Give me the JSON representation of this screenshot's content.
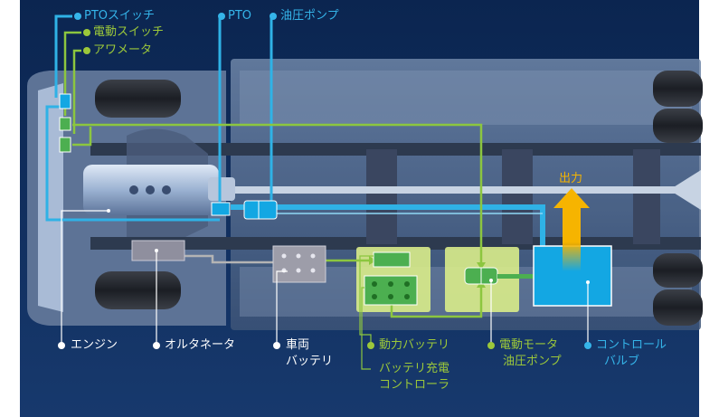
{
  "colors": {
    "background_top": "#0d2a55",
    "background_bottom": "#16386b",
    "blue_line": "#2fb2e6",
    "green_line": "#8cc63f",
    "green_box": "#4caf50",
    "green_panel": "#d9ec8a",
    "control_valve_fill": "#13a7e3",
    "output_arrow": "#f6b400",
    "gray_wire": "#b4b4b4",
    "label_white": "#ffffff"
  },
  "labels": {
    "pto_switch": "PTOスイッチ",
    "electric_switch": "電動スイッチ",
    "ammeter": "アワメータ",
    "pto": "PTO",
    "hydraulic_pump": "油圧ポンプ",
    "output": "出力",
    "engine": "エンジン",
    "alternator": "オルタネータ",
    "vehicle_battery_line1": "車両",
    "vehicle_battery_line2": "バッテリ",
    "power_battery": "動力バッテリ",
    "battery_charge_controller_line1": "バッテリ充電",
    "battery_charge_controller_line2": "コントローラ",
    "electric_motor_pump_line1": "電動モータ",
    "electric_motor_pump_line2": "油圧ポンプ",
    "control_valve_line1": "コントロール",
    "control_valve_line2": "バルブ"
  },
  "icons": {
    "legend_dot": "dot-icon",
    "output_arrow": "arrow-up-icon"
  }
}
